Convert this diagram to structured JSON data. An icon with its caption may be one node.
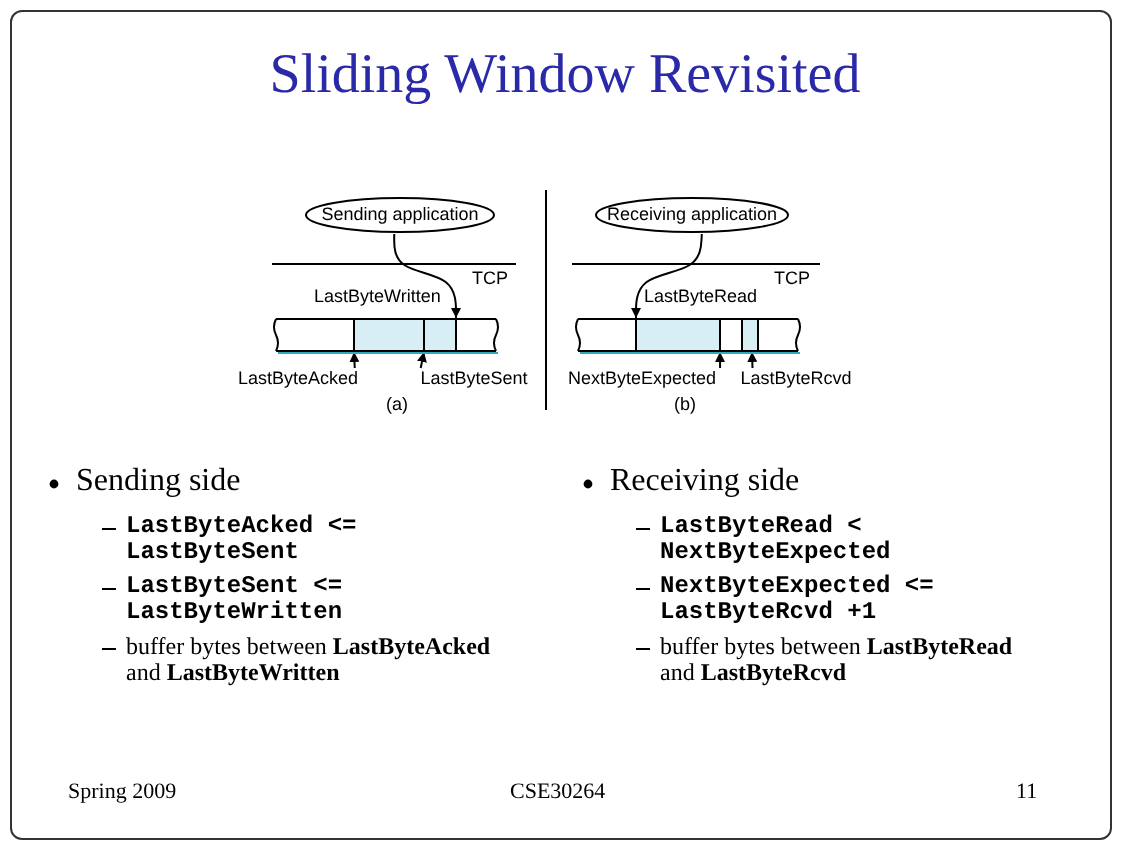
{
  "diagram": {
    "title": "Sliding Window Revisited",
    "nodes": [
      {
        "text": [
          "Sending application"
        ]
      },
      {
        "text": [],
        "shape": "bar"
      },
      {
        "text": [
          "LastByteAcked"
        ]
      },
      {
        "text": [
          "LastByteSent"
        ]
      },
      {
        "text": [
          "Receiving application"
        ]
      },
      {
        "text": [],
        "shape": "bar"
      },
      {
        "text": [
          "NextByteExpected"
        ]
      },
      {
        "text": [
          "LastByteRcvd"
        ]
      }
    ],
    "edges": [
      {
        "from": 0,
        "to": 1,
        "arrow": "to",
        "label": "LastByteWritten"
      },
      {
        "from": 2,
        "to": 1,
        "arrow": "to"
      },
      {
        "from": 3,
        "to": 1,
        "arrow": "to"
      },
      {
        "from": 4,
        "to": 5,
        "arrow": "to",
        "label": "LastByteRead"
      },
      {
        "from": 6,
        "to": 5,
        "arrow": "to"
      },
      {
        "from": 7,
        "to": 5,
        "arrow": "to"
      }
    ],
    "labels": [
      "TCP",
      "TCP",
      "(a)",
      "(b)",
      "Sending side",
      "LastByteAcked <= LastByteSent",
      "LastByteSent <= LastByteWritten",
      "buffer bytes between **LastByteAcked** and **LastByteWritten**",
      "Receiving side",
      "LastByteRead < NextByteExpected",
      "NextByteExpected <= LastByteRcvd +1",
      "buffer bytes between **LastByteRead** and **LastByteRcvd**",
      "Spring 2009",
      "CSE30264",
      "11"
    ]
  }
}
